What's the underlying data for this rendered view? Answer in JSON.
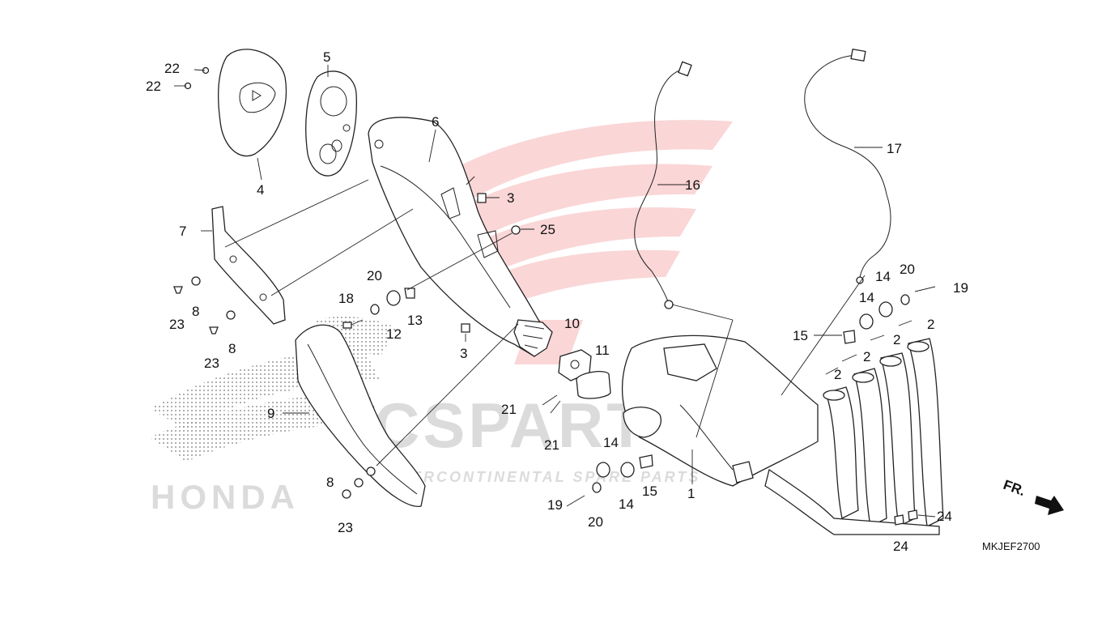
{
  "diagram": {
    "code": "MKJEF2700",
    "direction_label": "FR.",
    "callouts": {
      "c1": "1",
      "c2a": "2",
      "c2b": "2",
      "c2c": "2",
      "c2d": "2",
      "c3a": "3",
      "c3b": "3",
      "c4": "4",
      "c5": "5",
      "c6": "6",
      "c7": "7",
      "c8a": "8",
      "c8b": "8",
      "c8c": "8",
      "c9": "9",
      "c10": "10",
      "c11": "11",
      "c12": "12",
      "c13": "13",
      "c14a": "14",
      "c14b": "14",
      "c14c": "14",
      "c14d": "14",
      "c15a": "15",
      "c15b": "15",
      "c16": "16",
      "c17": "17",
      "c18": "18",
      "c19a": "19",
      "c19b": "19",
      "c20a": "20",
      "c20b": "20",
      "c20c": "20",
      "c21a": "21",
      "c21b": "21",
      "c22a": "22",
      "c22b": "22",
      "c23a": "23",
      "c23b": "23",
      "c23c": "23",
      "c24a": "24",
      "c24b": "24",
      "c25": "25"
    }
  },
  "watermark": {
    "brand": "CSPARTS",
    "tagline": "INTERCONTINENTAL SPARE PARTS",
    "side_text": "HONDA"
  }
}
